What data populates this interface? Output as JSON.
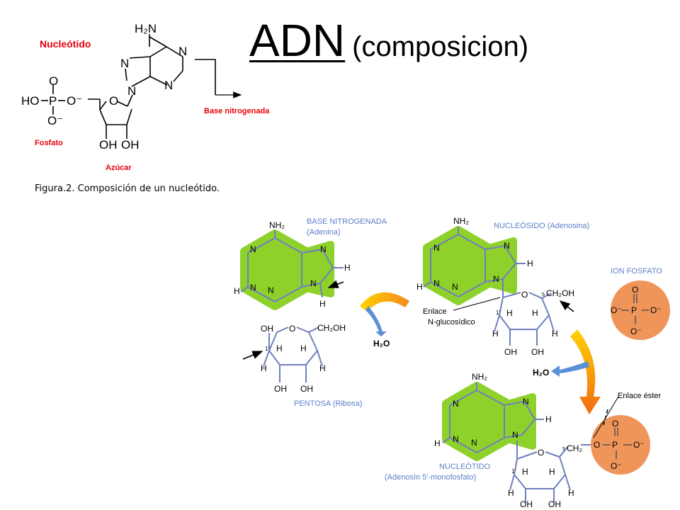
{
  "title": {
    "main": "ADN",
    "sub": "(composicion)"
  },
  "figure1": {
    "label_nucleotido": "Nucleótido",
    "label_base": "Base nitrogenada",
    "label_fosfato": "Fosfato",
    "label_azucar": "Azúcar",
    "caption": "Figura.2. Composición de un nucleótido.",
    "atoms": {
      "h2n": "H₂N",
      "n": "N",
      "o": "O",
      "ho": "HO",
      "p": "P",
      "o_minus": "O⁻",
      "oh": "OH"
    }
  },
  "figure2": {
    "base_title": "BASE NITROGENADA",
    "base_sub": "(Adenina)",
    "nucleosido_title": "NUCLEÓSIDO  (Adenosina)",
    "ion_fosfato": "ION FOSFATO",
    "pentosa": "PENTOSA  (Ribosa)",
    "nucleotido_title": "NUCLEÓTIDO",
    "nucleotido_sub": "(Adenosín 5'-monofosfato)",
    "enlace_n1": "Enlace",
    "enlace_n2": "N-glucosídico",
    "enlace_ester": "Enlace éster",
    "water": "H₂O",
    "atoms": {
      "nh2": "NH₂",
      "n": "N",
      "h": "H",
      "oh": "OH",
      "o": "O",
      "ch2oh": "CH₂OH",
      "ch2": "CH₂",
      "p": "P",
      "o_minus": "O⁻",
      "o_neg_left": "O⁻",
      "one_prime": "1'",
      "five": "5"
    }
  },
  "colors": {
    "red_label": "#e8000b",
    "blue_label": "#5b7fc7",
    "green_base": "#8fd12b",
    "orange_phosphate": "#f0955a",
    "bond_blue": "#6f7fbf"
  }
}
